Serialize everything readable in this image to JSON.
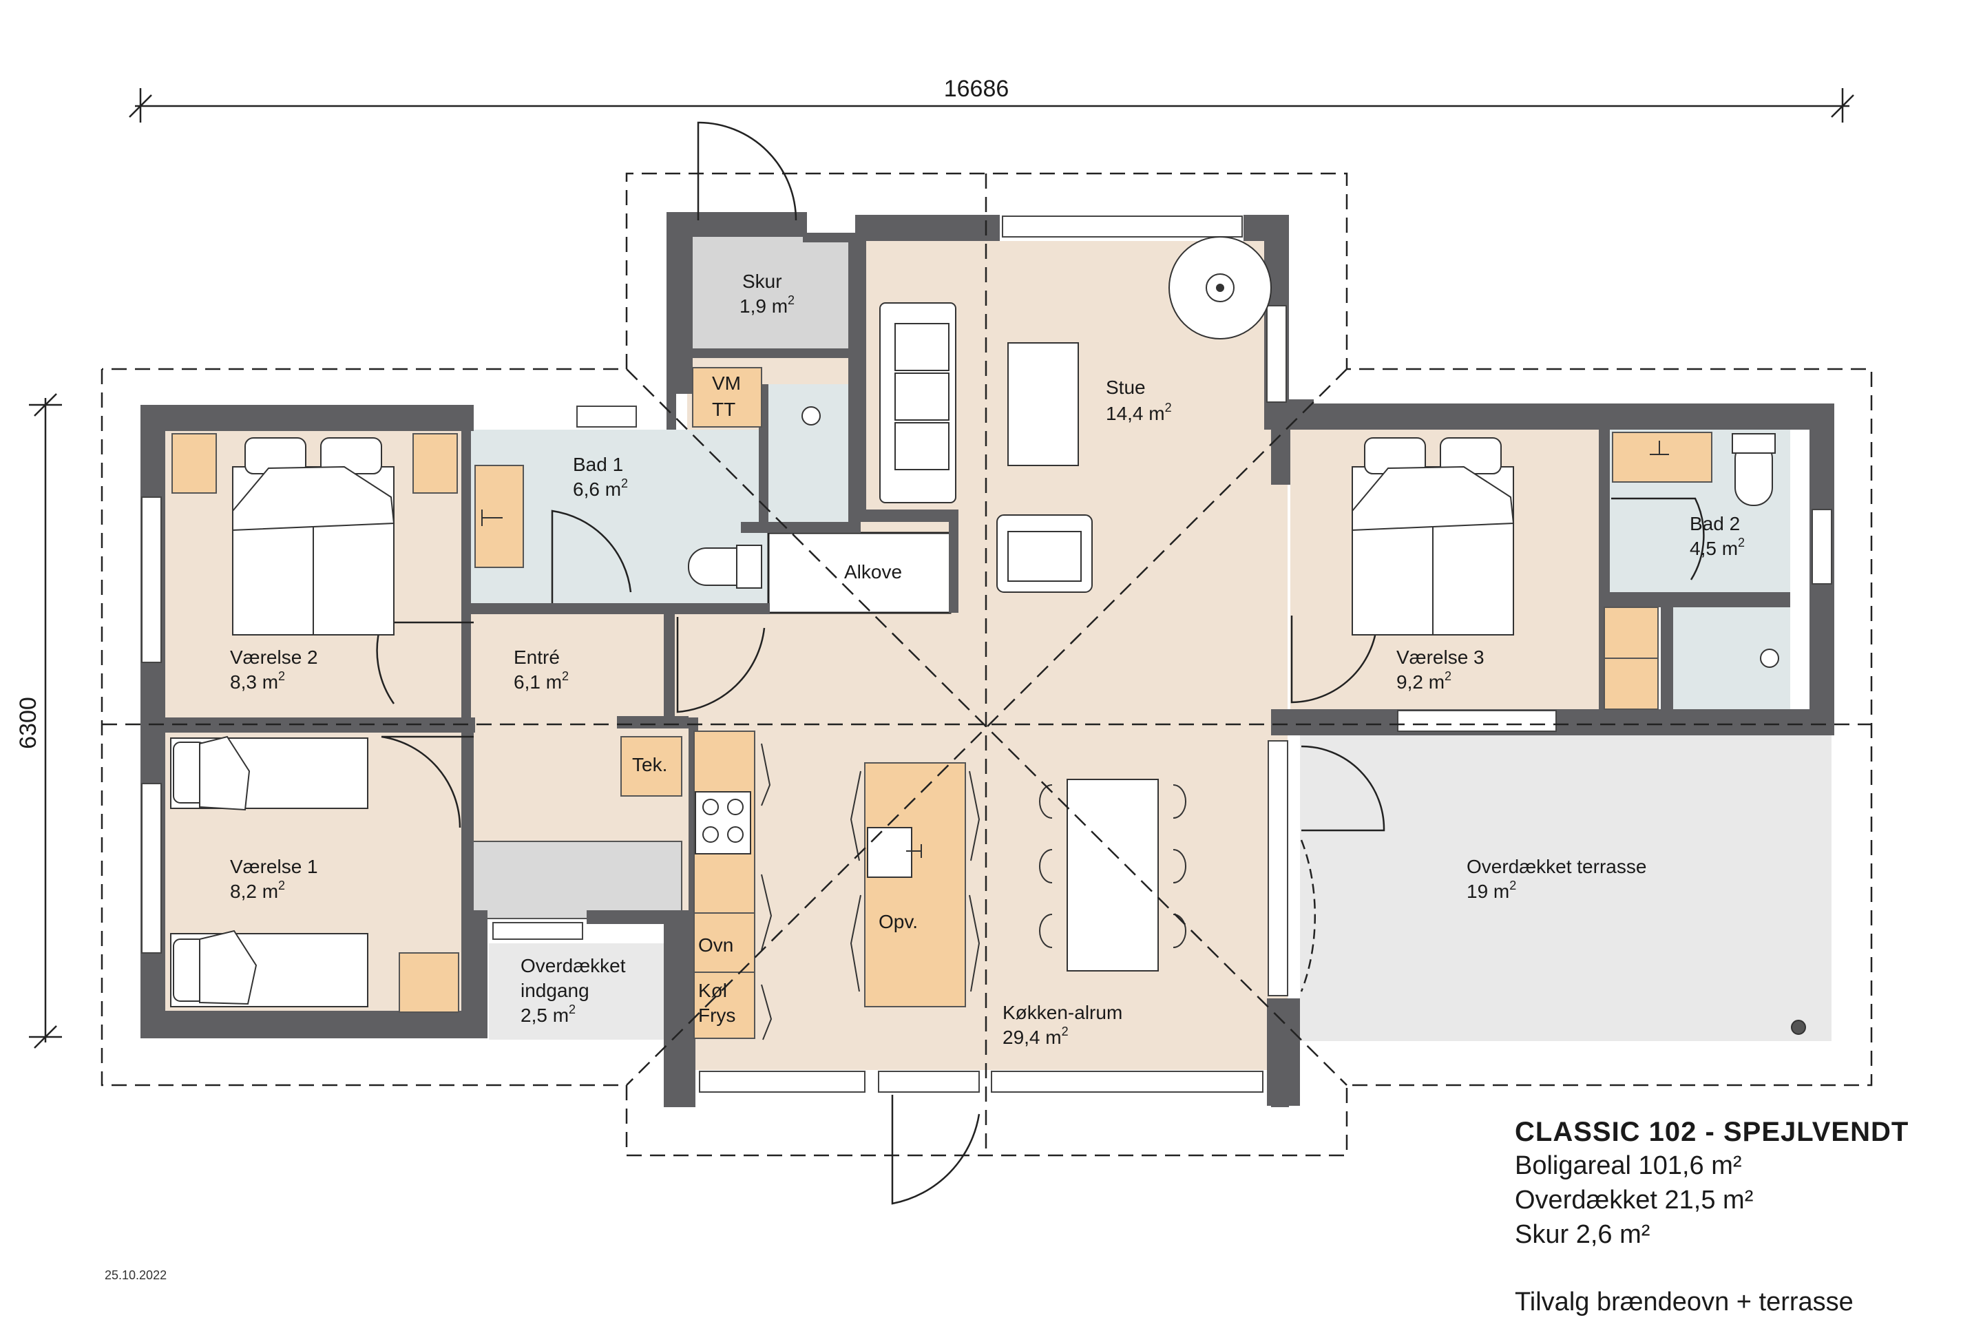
{
  "title": "CLASSIC 102 - SPEJLVENDT",
  "areas": {
    "living": "Boligareal 101,6 m²",
    "covered": "Overdækket 21,5 m²",
    "shed": "Skur 2,6 m²"
  },
  "option": "Tilvalg brændeovn + terrasse",
  "date": "25.10.2022",
  "dimensions": {
    "width": "16686",
    "depth": "6300"
  },
  "rooms": {
    "skur": {
      "name": "Skur",
      "area": "1,9 m"
    },
    "vm": "VM",
    "tt": "TT",
    "bad1": {
      "name": "Bad 1",
      "area": "6,6 m"
    },
    "alkove": "Alkove",
    "stue": {
      "name": "Stue",
      "area": "14,4 m"
    },
    "vaerelse2": {
      "name": "Værelse 2",
      "area": "8,3 m"
    },
    "entre": {
      "name": "Entré",
      "area": "6,1 m"
    },
    "vaerelse3": {
      "name": "Værelse 3",
      "area": "9,2 m"
    },
    "bad2": {
      "name": "Bad 2",
      "area": "4,5 m"
    },
    "tek": "Tek.",
    "vaerelse1": {
      "name": "Værelse 1",
      "area": "8,2 m"
    },
    "opv": "Opv.",
    "ovn": "Ovn",
    "kol": "Køl",
    "frys": "Frys",
    "indgang": {
      "line1": "Overdækket",
      "line2": "indgang",
      "area": "2,5 m"
    },
    "kokken": {
      "name": "Køkken-alrum",
      "area": "29,4 m"
    },
    "terrasse": {
      "name": "Overdækket terrasse",
      "area": "19 m"
    }
  },
  "sup": "2",
  "colors": {
    "wall": "#5f5f62",
    "living_floor": "#f0e2d3",
    "bath_floor": "#dfe7e8",
    "shed_floor": "#d6d6d6",
    "cabinet": "#f5cf9f",
    "terrace": "#e9e9e9"
  }
}
